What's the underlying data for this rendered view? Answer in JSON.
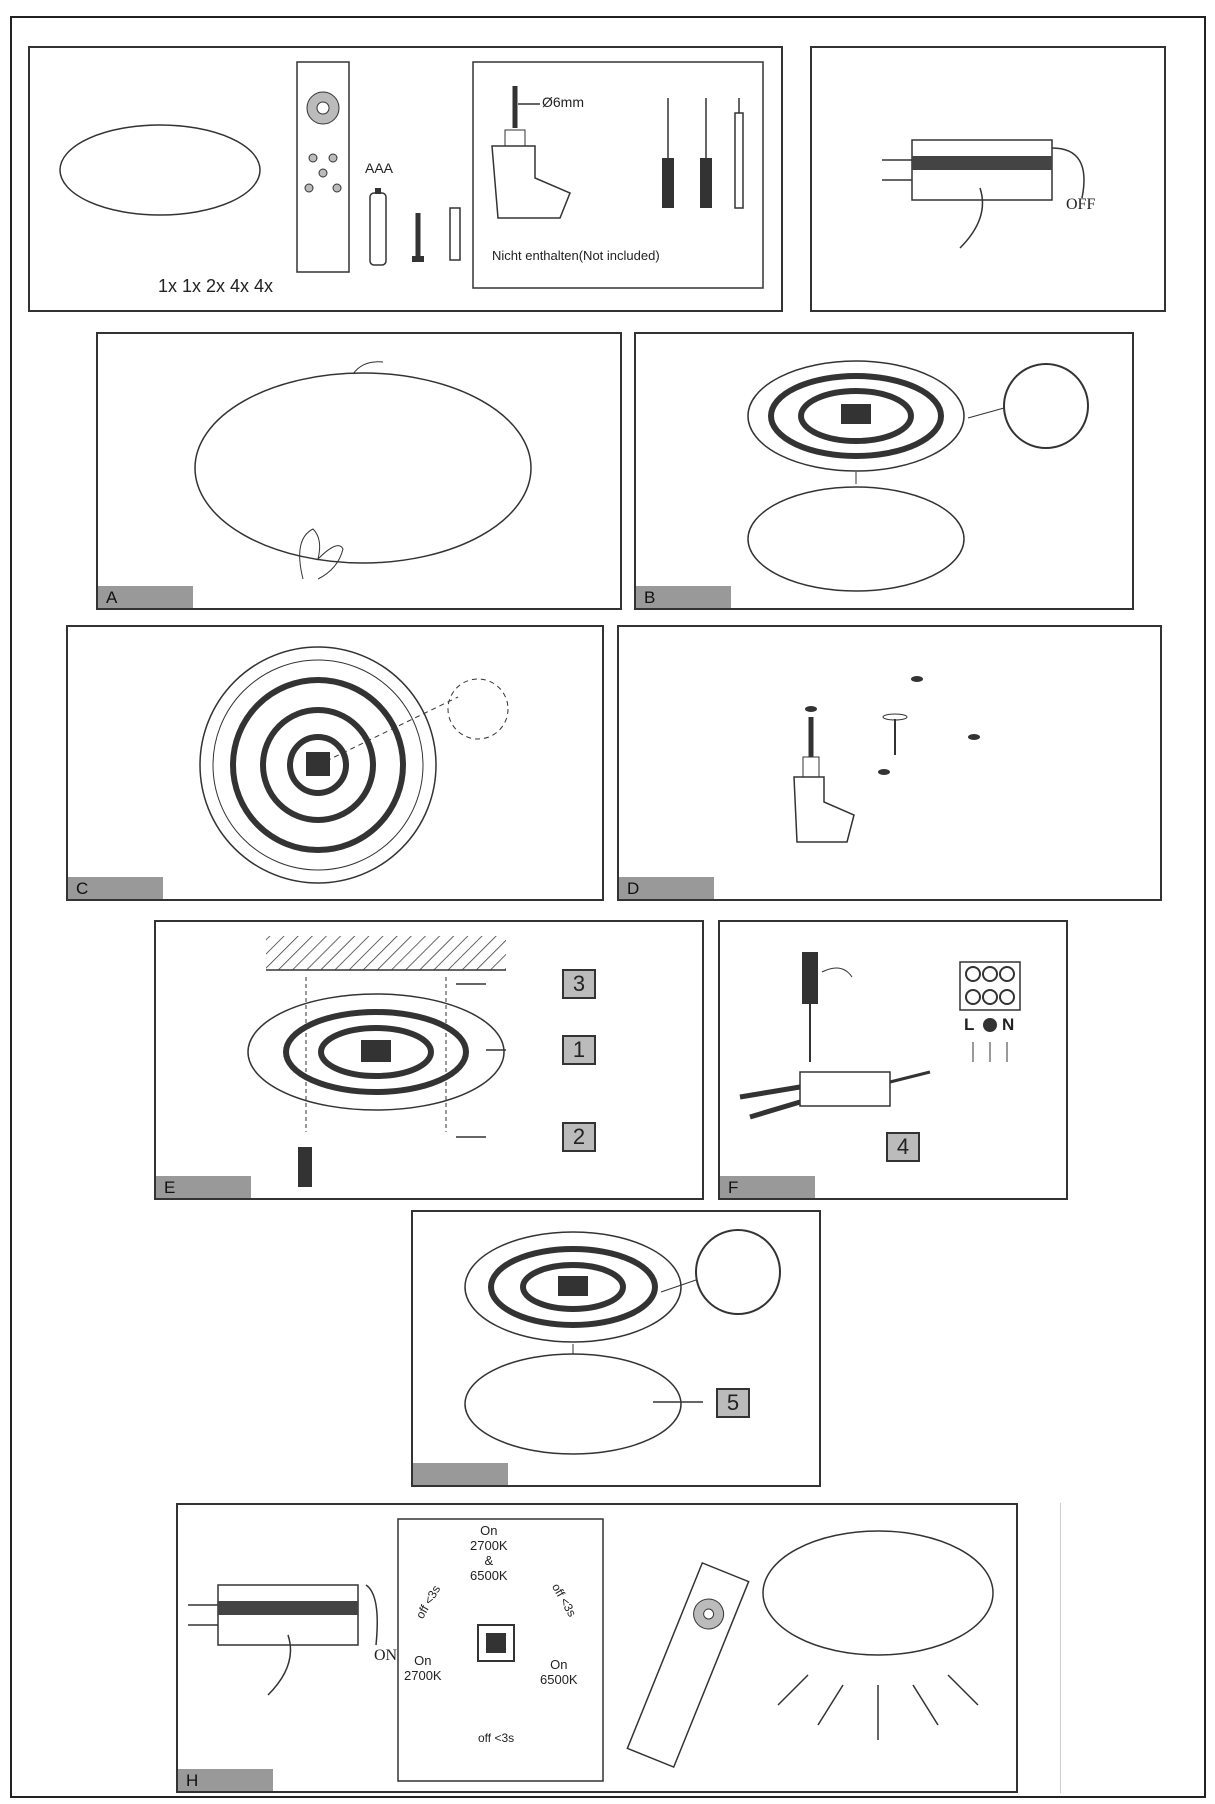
{
  "parts_panel": {
    "battery_label": "AAA",
    "quantities": "1x 1x 2x 4x 4x",
    "drill_size": "Ø6mm",
    "not_included": "Nicht enthalten(Not included)"
  },
  "switch_off_label": "OFF",
  "switch_on_label": "ON",
  "steps": {
    "a": "A",
    "b": "B",
    "c": "C",
    "d": "D",
    "e": "E",
    "f": "F",
    "h": "H"
  },
  "callouts": {
    "n1": "1",
    "n2": "2",
    "n3": "3",
    "n4": "4",
    "n5": "5"
  },
  "terminal_labels": {
    "l": "L",
    "n": "N"
  },
  "wall_switch": {
    "top": "On\n2700K\n&\n6500K",
    "left": "On\n2700K",
    "right": "On\n6500K",
    "arrow_top_left": "off <3s",
    "arrow_top_right": "off <3s",
    "arrow_bottom": "off <3s"
  }
}
